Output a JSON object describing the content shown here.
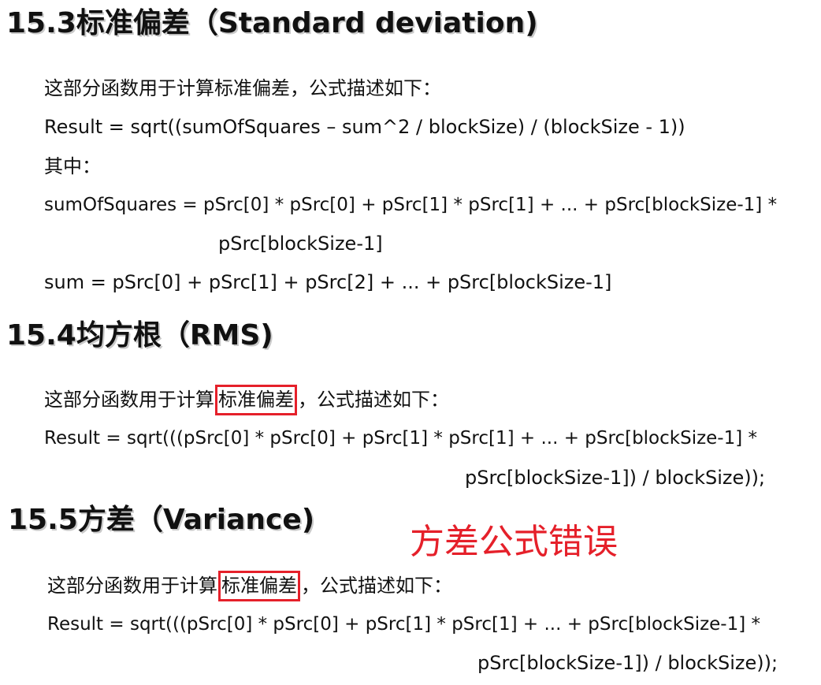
{
  "colors": {
    "text": "#111111",
    "highlight_border": "#e5202a",
    "annotation_text": "#e5202a",
    "heading_shadow": "#c9c9c9"
  },
  "sections": [
    {
      "heading": "15.3标准偏差（Standard deviation)",
      "intro_before": "这部分函数用于计算标准偏差，公式描述如下：",
      "formula_line1": "Result = sqrt((sumOfSquares – sum^2 / blockSize) / (blockSize - 1))",
      "where_label": "其中：",
      "sum_of_squares_line1": "sumOfSquares = pSrc[0] * pSrc[0] + pSrc[1] * pSrc[1] + ... + pSrc[blockSize-1] *",
      "sum_of_squares_line2": "pSrc[blockSize-1]",
      "sum_line": "sum = pSrc[0] + pSrc[1] + pSrc[2] + ... + pSrc[blockSize-1]"
    },
    {
      "heading": "15.4均方根（RMS)",
      "intro_before": "这部分函数用于计算",
      "intro_boxed": "标准偏差",
      "intro_after": "，公式描述如下：",
      "formula_line1": "Result = sqrt(((pSrc[0] * pSrc[0] + pSrc[1] * pSrc[1] + ... + pSrc[blockSize-1] *",
      "formula_line2": "pSrc[blockSize-1]) / blockSize));"
    },
    {
      "heading": "15.5方差（Variance)",
      "intro_before": "这部分函数用于计算",
      "intro_boxed": "标准偏差",
      "intro_after": "，公式描述如下：",
      "formula_line1": "Result = sqrt(((pSrc[0] * pSrc[0] + pSrc[1] * pSrc[1] + ... + pSrc[blockSize-1] *",
      "formula_line2": "pSrc[blockSize-1]) / blockSize));"
    }
  ],
  "annotation": {
    "text": "方差公式错误"
  }
}
